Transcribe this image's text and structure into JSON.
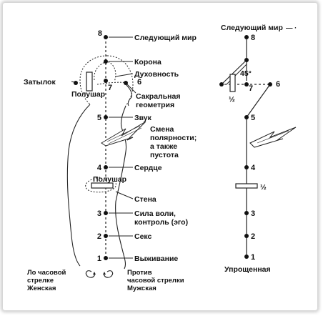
{
  "left": {
    "points": [
      {
        "num": "8",
        "label": "Следующий мир"
      },
      {
        "num": "",
        "label": "Корона"
      },
      {
        "num": "6",
        "label": "Духовность"
      },
      {
        "num": "7",
        "label": ""
      },
      {
        "num": "",
        "label_lines": [
          "Сакральная",
          "геометрия"
        ]
      },
      {
        "num": "5",
        "label": "Звук"
      },
      {
        "num": "4",
        "label": "Сердце"
      },
      {
        "num": "3",
        "label_lines": [
          "Сила воли,",
          "контроль (эго)"
        ]
      },
      {
        "num": "2",
        "label": "Секс"
      },
      {
        "num": "1",
        "label": "Выживание"
      }
    ],
    "zatylok": "Затылок",
    "polushar_top": "Полушар",
    "polushar_mid": "Полушар",
    "shift_lines": [
      "Смена",
      "полярности;",
      "а также",
      "пустота"
    ],
    "stena": "Стена",
    "bottom_left": [
      "Ло часовой",
      "стрелке",
      "Женская"
    ],
    "bottom_right": [
      "Против",
      "часовой стрелки",
      "Мужская"
    ]
  },
  "right": {
    "title": "Следующий мир",
    "nums": [
      "8",
      "7",
      "6",
      "5",
      "4",
      "3",
      "2",
      "1"
    ],
    "angle": "45°",
    "half1": "½",
    "half2": "½",
    "caption": "Упрощенная",
    "corner_mark": "— ·"
  }
}
